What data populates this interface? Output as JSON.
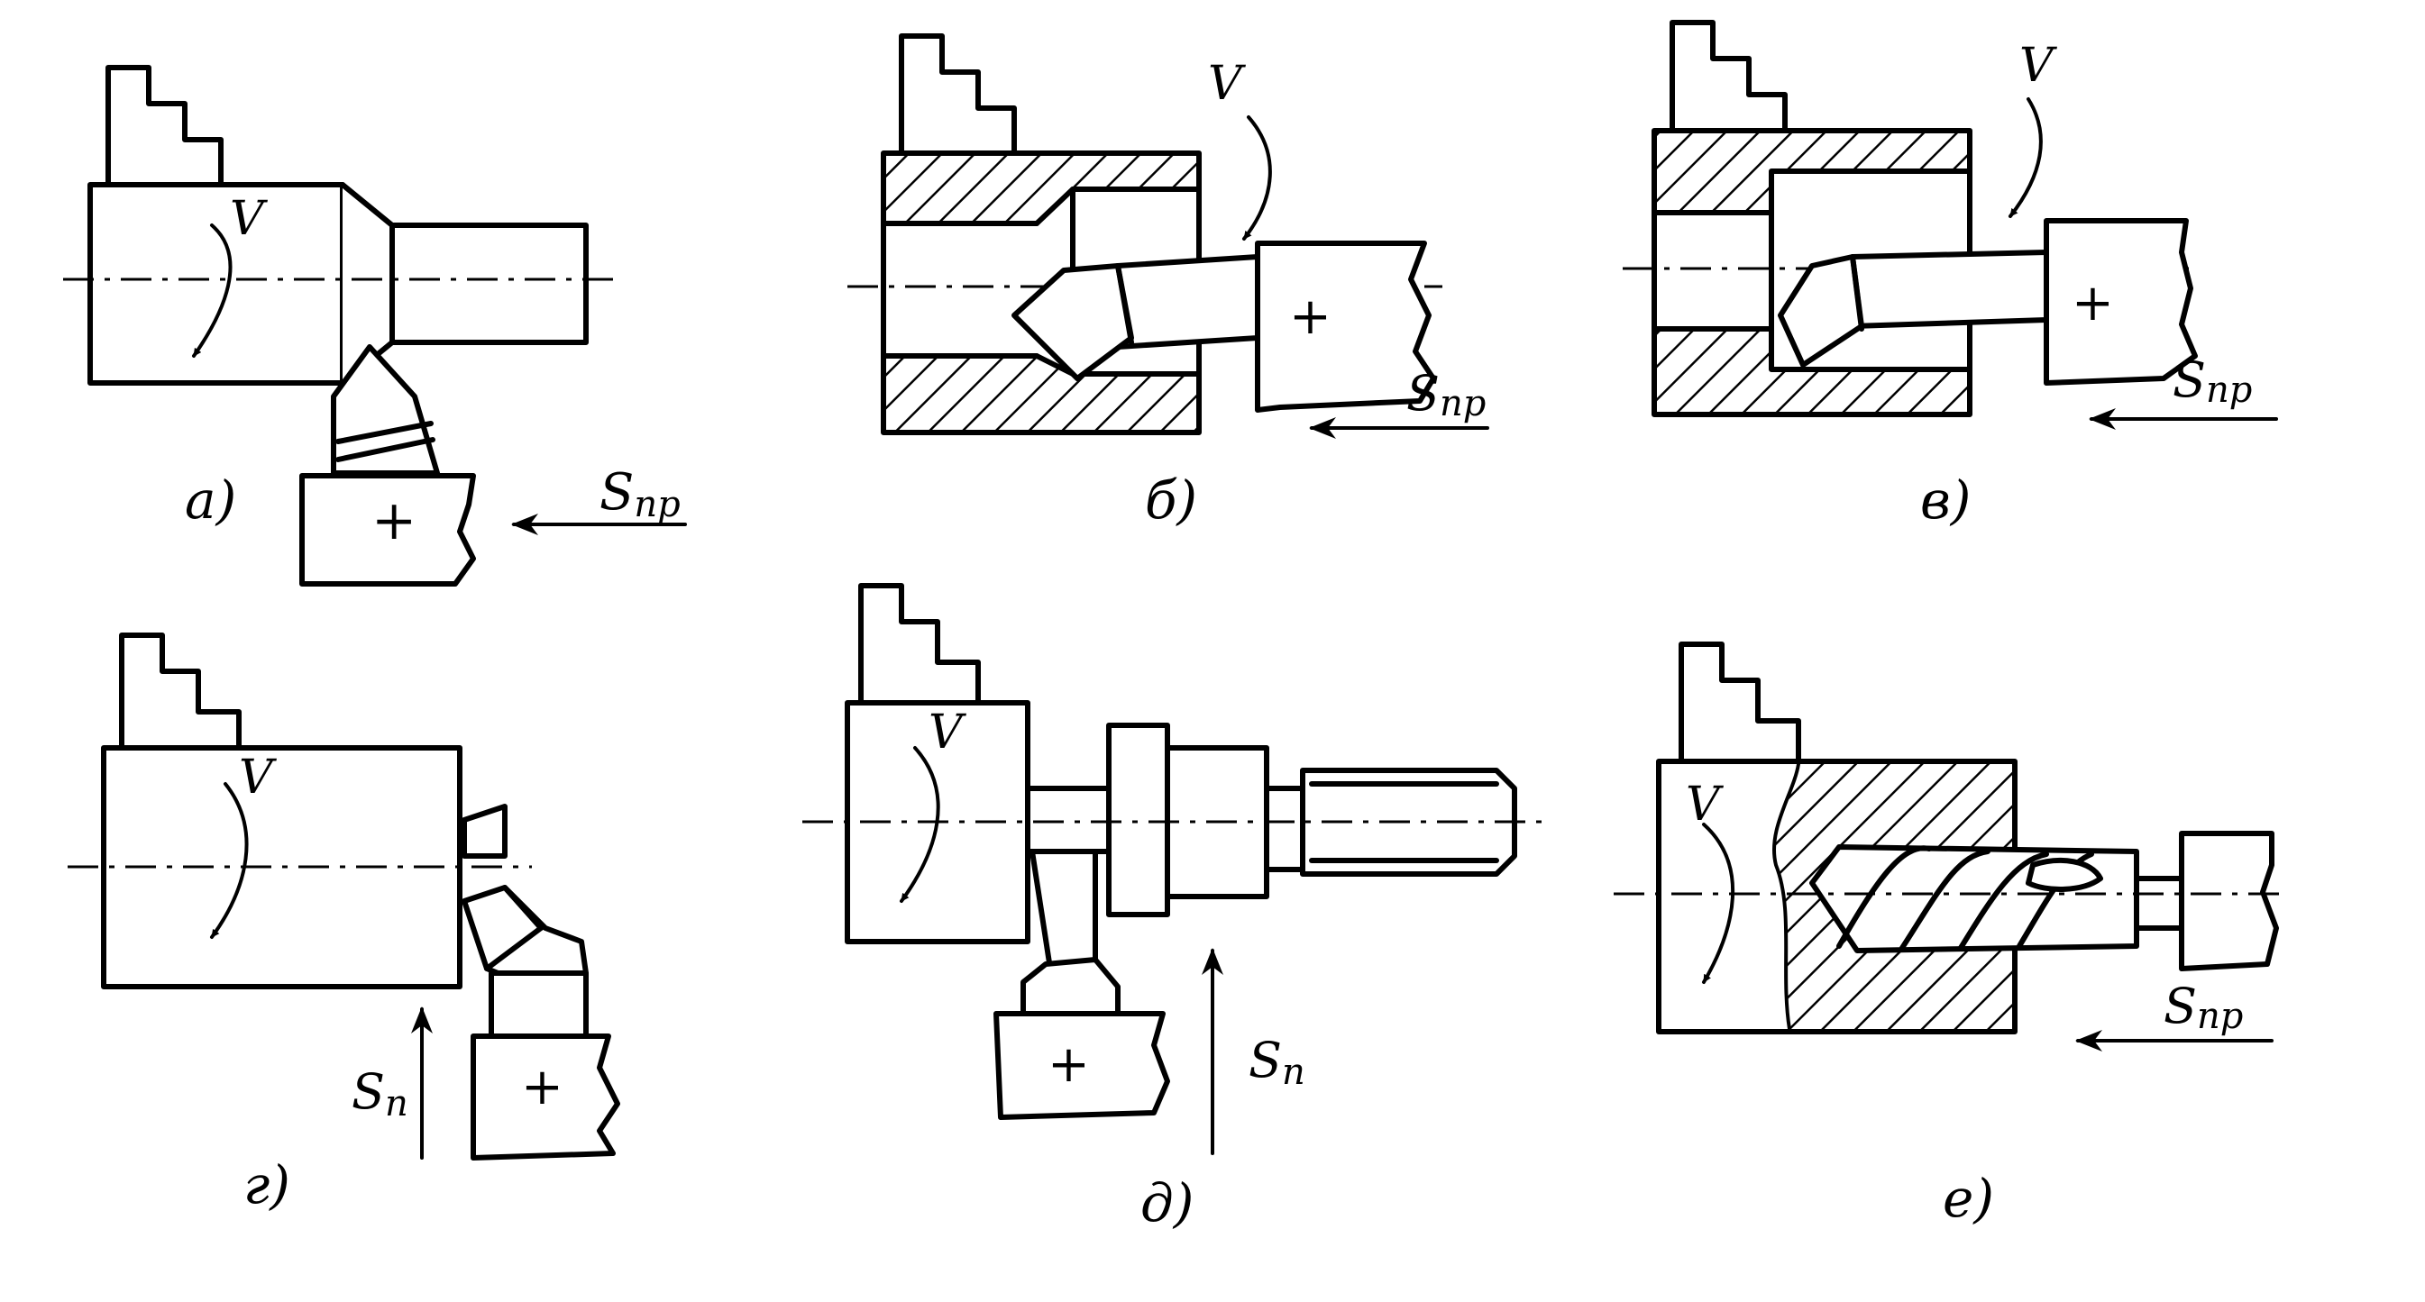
{
  "labels": {
    "v": "V",
    "s_long": "S",
    "s_long_sub": "пр",
    "s_cross": "S",
    "s_cross_sub": "п",
    "plus": "+"
  },
  "panels": [
    {
      "id": "a",
      "caption": "а)"
    },
    {
      "id": "b",
      "caption": "б)"
    },
    {
      "id": "v",
      "caption": "в)"
    },
    {
      "id": "g",
      "caption": "г)"
    },
    {
      "id": "d",
      "caption": "д)"
    },
    {
      "id": "e",
      "caption": "е)"
    }
  ],
  "colors": {
    "ink": "#000000",
    "paper": "#ffffff"
  }
}
